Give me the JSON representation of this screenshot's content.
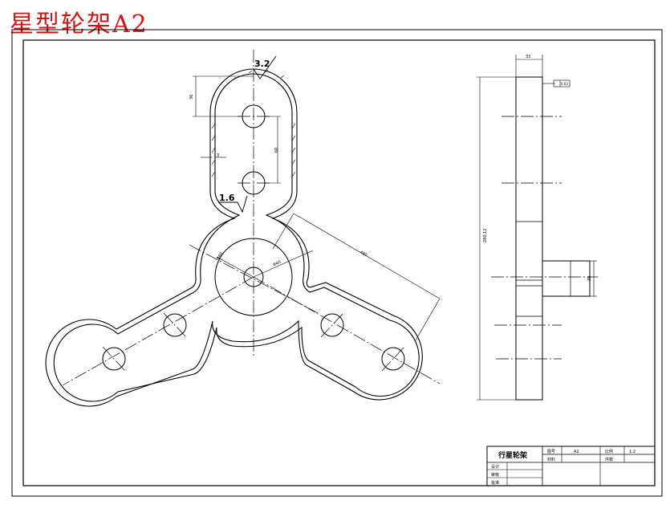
{
  "header": {
    "title": "星型轮架A2",
    "title_color": "#d41515"
  },
  "front_view": {
    "roughness_top": "3.2",
    "roughness_side": "1.6",
    "dims": {
      "upper_pad": "36",
      "hole_spacing": "60",
      "wall": "3",
      "arm_length": "480",
      "small_radius": "R60",
      "hub_dim": "Φ40"
    }
  },
  "side_view": {
    "width": "33",
    "height": "280.12",
    "boss": "38",
    "tolerance": "0.03"
  },
  "title_block": {
    "part_name": "行星轮架",
    "label_drawing_no": "图号",
    "value_drawing_no": "A2",
    "label_material": "材料",
    "label_scale": "比例",
    "value_scale": "1:2",
    "label_count": "件数",
    "label_designer": "设计",
    "label_checker": "审核",
    "label_approver": "批准"
  },
  "colors": {
    "line": "#000000",
    "background": "#ffffff"
  }
}
